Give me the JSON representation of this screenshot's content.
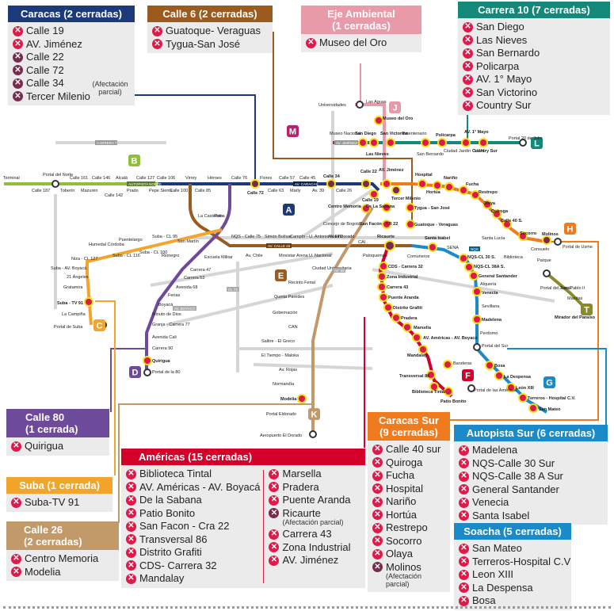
{
  "colors": {
    "closed": "#e0194b",
    "partial": "#7a2a4a",
    "caracas": "#1c3a7a",
    "calle6": "#9b5a1e",
    "eje_ambiental": "#e89aa8",
    "carrera10": "#14897a",
    "calle80": "#6e4a9a",
    "suba": "#f2a52a",
    "calle26": "#c29a6a",
    "americas": "#d4002a",
    "caracas_sur": "#ef7b1f",
    "autopista_sur": "#1b8ac8",
    "soacha": "#1b8ac8",
    "nqs": "#1b8ac8",
    "autonorte": "#8dbf3d",
    "station_ring": "#f4e11a"
  },
  "legend_boxes": {
    "caracas": {
      "title": "Caracas (2 cerradas)",
      "items": [
        {
          "name": "Calle 19",
          "partial": false
        },
        {
          "name": "AV. Jiménez",
          "partial": false
        },
        {
          "name": "Calle 22",
          "partial": true
        },
        {
          "name": "Calle 72",
          "partial": true
        },
        {
          "name": "Calle 34",
          "partial": true
        },
        {
          "name": "Tercer Milenio",
          "partial": true
        }
      ],
      "note": "(Afectación parcial)"
    },
    "calle6": {
      "title": "Calle 6 (2 cerradas)",
      "items": [
        {
          "name": "Guatoque- Veraguas"
        },
        {
          "name": "Tygua-San José"
        }
      ]
    },
    "eje_ambiental": {
      "title_line1": "Eje Ambiental",
      "title_line2": "(1 cerradas)",
      "items": [
        {
          "name": "Museo del Oro"
        }
      ]
    },
    "carrera10": {
      "title": "Carrera 10 (7 cerradas)",
      "items": [
        {
          "name": "San Diego"
        },
        {
          "name": "Las Nieves"
        },
        {
          "name": "San Bernardo"
        },
        {
          "name": "Policarpa"
        },
        {
          "name": "AV. 1° Mayo"
        },
        {
          "name": "San Victorino"
        },
        {
          "name": "Country Sur"
        }
      ]
    },
    "calle80": {
      "title_line1": "Calle 80",
      "title_line2": "(1 cerrada)",
      "items": [
        {
          "name": "Quirigua"
        }
      ]
    },
    "suba": {
      "title": "Suba (1 cerrada)",
      "items": [
        {
          "name": "Suba-TV 91"
        }
      ]
    },
    "calle26": {
      "title_line1": "Calle 26",
      "title_line2": "(2 cerradas)",
      "items": [
        {
          "name": "Centro Memoria"
        },
        {
          "name": "Modelia"
        }
      ]
    },
    "americas": {
      "title": "Américas (15 cerradas)",
      "col1": [
        {
          "name": "Biblioteca Tintal"
        },
        {
          "name": "AV. Américas - AV. Boyacá"
        },
        {
          "name": "De la Sabana"
        },
        {
          "name": "Patio Bonito"
        },
        {
          "name": "San Facon - Cra 22"
        },
        {
          "name": "Transversal 86"
        },
        {
          "name": "Distrito Grafiti"
        },
        {
          "name": "CDS- Carrera 32"
        },
        {
          "name": "Mandalay"
        }
      ],
      "col2": [
        {
          "name": "Marsella",
          "partial": false
        },
        {
          "name": "Pradera",
          "partial": false
        },
        {
          "name": "Puente Aranda",
          "partial": false
        },
        {
          "name": "Ricaurte",
          "partial": true,
          "note": "(Afectación parcial)"
        },
        {
          "name": "Carrera 43",
          "partial": false
        },
        {
          "name": "Zona Industrial",
          "partial": false
        },
        {
          "name": "AV. Jiménez",
          "partial": false
        }
      ]
    },
    "caracas_sur": {
      "title_line1": "Caracas Sur",
      "title_line2": "(9 cerradas)",
      "items": [
        {
          "name": "Calle 40 sur",
          "partial": false
        },
        {
          "name": "Quiroga",
          "partial": false
        },
        {
          "name": "Fucha",
          "partial": false
        },
        {
          "name": "Hospital",
          "partial": false
        },
        {
          "name": "Nariño",
          "partial": false
        },
        {
          "name": "Hortúa",
          "partial": false
        },
        {
          "name": "Restrepo",
          "partial": false
        },
        {
          "name": "Socorro",
          "partial": false
        },
        {
          "name": "Olaya",
          "partial": false
        },
        {
          "name": "Molinos",
          "partial": true,
          "note": "(Afectación parcial)"
        }
      ]
    },
    "autopista_sur": {
      "title": "Autopista Sur (6 cerradas)",
      "items": [
        {
          "name": "Madelena"
        },
        {
          "name": "NQS-Calle 30 Sur"
        },
        {
          "name": "NQS-Calle 38 A Sur"
        },
        {
          "name": "General Santander"
        },
        {
          "name": "Venecia"
        },
        {
          "name": "Santa Isabel"
        }
      ]
    },
    "soacha": {
      "title": "Soacha (5 cerradas)",
      "items": [
        {
          "name": "San Mateo"
        },
        {
          "name": "Terreros-Hospital C.V"
        },
        {
          "name": "Leon XIII"
        },
        {
          "name": "La Despensa"
        },
        {
          "name": "Bosa"
        }
      ]
    }
  },
  "map": {
    "line_letters": [
      {
        "letter": "B",
        "color": "#8dbf3d"
      },
      {
        "letter": "A",
        "color": "#1c3a7a"
      },
      {
        "letter": "M",
        "color": "#b3226e"
      },
      {
        "letter": "J",
        "color": "#e89aa8"
      },
      {
        "letter": "L",
        "color": "#14897a"
      },
      {
        "letter": "C",
        "color": "#f2a52a"
      },
      {
        "letter": "D",
        "color": "#6e4a9a"
      },
      {
        "letter": "E",
        "color": "#9b5a1e"
      },
      {
        "letter": "K",
        "color": "#c29a6a"
      },
      {
        "letter": "F",
        "color": "#d4002a"
      },
      {
        "letter": "G",
        "color": "#1b8ac8"
      },
      {
        "letter": "H",
        "color": "#ef7b1f"
      },
      {
        "letter": "T",
        "color": "#8a8a2a"
      }
    ],
    "labels": {
      "terminal": "Terminal",
      "portal_norte": "Portal del Norte",
      "calle187": "Calle 187",
      "toberin": "Toberín",
      "calle161": "Calle 161",
      "mazuren": "Mazurén",
      "calle146": "Calle 146",
      "calle142": "Calle 142",
      "alcala": "Alcalá",
      "prado": "Prado",
      "calle127": "Calle 127",
      "pepe_sierra": "Pepe Sierra",
      "calle106": "Calle 106",
      "calle100": "Calle 100",
      "virrey": "Virrey",
      "calle85": "Calle 85",
      "heroes": "Héroes",
      "calle76": "Calle 76",
      "calle72": "Calle 72",
      "flores": "Flores",
      "calle63": "Calle 63",
      "calle57": "Calle 57",
      "marly": "Marly",
      "calle45": "Calle 45",
      "av39": "Av. 39",
      "calle34": "Calle 34",
      "calle26": "Calle 26",
      "calle22": "Calle 22",
      "calle19": "Calle 19",
      "av_jimenez": "AV. Jiménez",
      "tercer_milenio": "Tercer Milenio",
      "universidades": "Universidades",
      "las_aguas": "Las Aguas",
      "museo_oro": "Museo del Oro",
      "museo_nacional": "Museo Nacional",
      "san_diego": "San Diego",
      "las_nieves": "Las Nieves",
      "san_victorino": "San Victorino",
      "bicentenario": "Bicentenario",
      "san_bernardo": "San Bernardo",
      "policarpa": "Policarpa",
      "ciudad_jardin": "Ciudad Jardín - UAN",
      "av1mayo": "AV. 1° Mayo",
      "country_sur": "Country Sur",
      "portal_20julio": "Portal 20 de Julio",
      "hospital": "Hospital",
      "hortua": "Hortúa",
      "narino": "Nariño",
      "fucha": "Fucha",
      "restrepo": "Restrepo",
      "olaya": "Olaya",
      "quiroga": "Quiroga",
      "calle40sur": "Calle 40 S.",
      "santa_lucia": "Santa Lucía",
      "socorro": "Socorro",
      "molinos": "Molinos",
      "consuelo": "Consuelo",
      "portal_usme": "Portal de Usme",
      "biblioteca": "Biblioteca",
      "parque": "Parque",
      "portal_tunal": "Portal del Tunal",
      "juan_pablo": "Juan Pablo II",
      "manitas": "Manitas",
      "mirador": "Mirador del Paraíso",
      "tygua": "Tygua - San José",
      "guatoque": "Guatoque - Veraguas",
      "de_la_sabana": "De La Sabana",
      "san_facon": "San Facón - KR 22",
      "ricaurte": "Ricaurte",
      "santa_isabel": "Santa Isabel",
      "comuneros": "Comuneros",
      "sena": "SENA",
      "nqs30": "NQS-CL 30 S.",
      "nqs38": "NQS-CL 38A S.",
      "general_santander": "General Santander",
      "alqueria": "Alquería",
      "venecia": "Venecia",
      "sevillana": "Sevillana",
      "madelena": "Madelena",
      "perdomo": "Perdomo",
      "portal_sur": "Portal del Sur",
      "bosa": "Bosa",
      "la_despensa": "La Despensa",
      "leon13": "León XIII",
      "terreros": "Terreros - Hospital C.V.",
      "san_mateo": "San Mateo",
      "cds32": "CDS - Carrera 32",
      "zona_industrial": "Zona Industrial",
      "carrera43": "Carrera 43",
      "puente_aranda": "Puente Aranda",
      "distrito_grafiti": "Distrito Grafiti",
      "pradera": "Pradera",
      "marsella": "Marsella",
      "av_americas_boyaca": "AV. Américas - AV. Boyacá",
      "mandalay": "Mandalay",
      "transversal86": "Transversal 86",
      "banderas": "Banderas",
      "biblioteca_tintal": "Biblioteca Tintal",
      "patio_bonito": "Patio Bonito",
      "portal_americas": "Portal de las Américas",
      "centro_memoria": "Centro Memoria",
      "concejo": "Concejo de Bogotá",
      "av_el_dorado": "Av. El Dorado",
      "cai": "CAI",
      "paloquemao": "Paloquemao",
      "ciudad_universitaria": "Ciudad Universitaria",
      "recinto_ferial": "Recinto Ferial",
      "quinta_paredes": "Quinta Paredes",
      "gobernacion": "Gobernación",
      "can": "CAN",
      "salitre": "Salitre - El Greco",
      "el_tiempo": "El Tiempo - Maloka",
      "av_rojas": "Av. Rojas",
      "normandia": "Normandía",
      "modelia": "Modelia",
      "portal_eldorado": "Portal Eldorado",
      "aeropuerto": "Aeropuerto El Dorado",
      "nqs75": "NQS - Calle 75",
      "av_chile": "Av. Chile",
      "simon_bolivar": "Simón Bolívar",
      "movistar": "Movistar Arena",
      "campin": "Campín - U. Antonio Nariño",
      "u_nacional": "U. Nacional",
      "la_castellana": "La Castellana",
      "polo": "Polo",
      "escuela_militar": "Escuela Militar",
      "carrera47": "Carrera 47",
      "carrera53": "Carrera 53",
      "av68": "Avenida 68",
      "ferias": "Ferias",
      "boyaca": "Boyacá",
      "minuto_dios": "Minuto de Dios",
      "granja": "Granja - Carrera 77",
      "avenida_cali": "Avenida Cali",
      "carrera90": "Carrera 90",
      "quirigua": "Quirigua",
      "portal80": "Portal de la 80",
      "suba_cl95": "Suba - CL 95",
      "san_martin": "San Martín",
      "suba_cl100": "Suba - CL 100",
      "suba_cl116": "Suba - CL 116",
      "puentelargo": "Puentelargo",
      "humedal": "Humedal Córdoba",
      "riomegro": "Rionegro",
      "niza": "Niza - CL 127",
      "suba_boyaca": "Suba - AV. Boyacá",
      "21angeles": "21 Ángeles",
      "gratamira": "Gratamira",
      "suba_tv91": "Suba - TV 91",
      "la_campina": "La Campiña",
      "portal_suba": "Portal de Suba",
      "carrera7": "CARRERA 7",
      "autonorte": "AUTOPISTA NORTE",
      "av_caracas": "AV. CARACAS",
      "av_jimenez_road": "AV. JIMÉNEZ",
      "calle26_road": "AV. CALLE 26",
      "nqs_road": "NQS",
      "av_boyaca_road": "AV. BOYACÁ",
      "av68_road": "AV. 68",
      "cl72_road": "CL 72"
    }
  }
}
